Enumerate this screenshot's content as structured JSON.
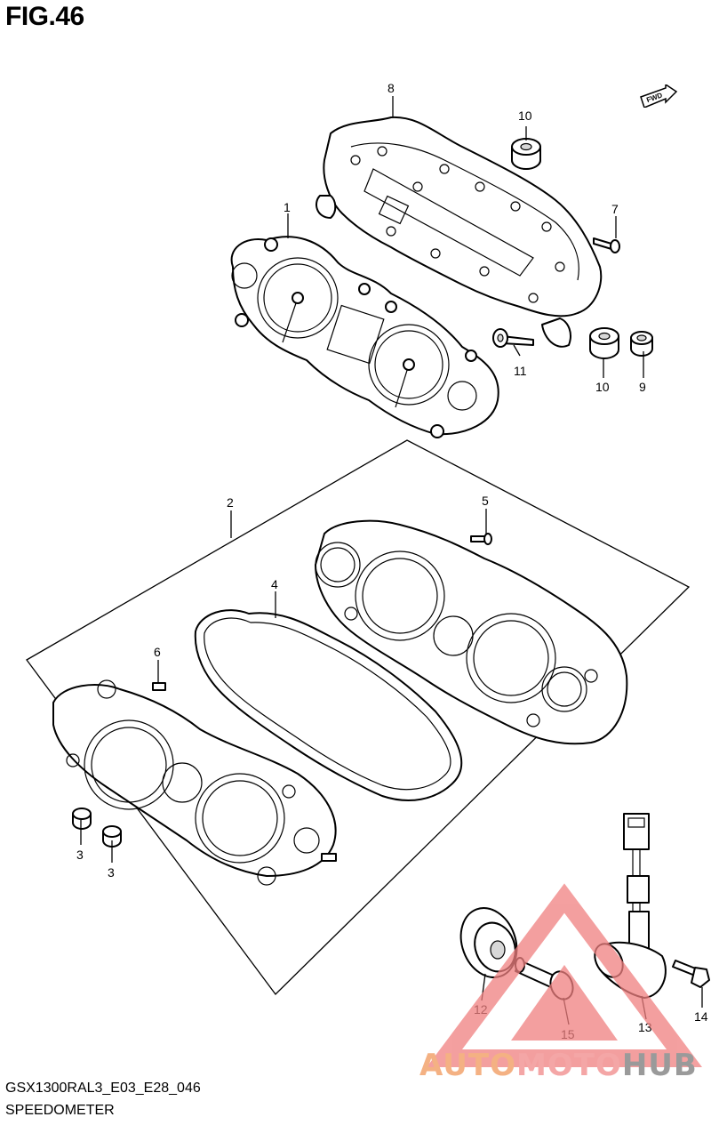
{
  "figure": {
    "title": "FIG.46",
    "model_code": "GSX1300RAL3_E03_E28_046",
    "section_name": "SPEEDOMETER",
    "direction_badge": "FWD"
  },
  "callouts": [
    {
      "id": "8",
      "label": "8"
    },
    {
      "id": "10a",
      "label": "10"
    },
    {
      "id": "7",
      "label": "7"
    },
    {
      "id": "1",
      "label": "1"
    },
    {
      "id": "11",
      "label": "11"
    },
    {
      "id": "10b",
      "label": "10"
    },
    {
      "id": "9",
      "label": "9"
    },
    {
      "id": "2",
      "label": "2"
    },
    {
      "id": "5",
      "label": "5"
    },
    {
      "id": "4",
      "label": "4"
    },
    {
      "id": "6",
      "label": "6"
    },
    {
      "id": "3a",
      "label": "3"
    },
    {
      "id": "3b",
      "label": "3"
    },
    {
      "id": "12",
      "label": "12"
    },
    {
      "id": "15",
      "label": "15"
    },
    {
      "id": "13",
      "label": "13"
    },
    {
      "id": "14",
      "label": "14"
    }
  ],
  "watermark": {
    "part1": "AUTO",
    "part2": "MOTO",
    "part3": "HUB",
    "colors": {
      "auto": "#f4b183",
      "moto": "#f4a6a6",
      "hub": "#9a9a9a",
      "triangle": "#f08080"
    }
  }
}
